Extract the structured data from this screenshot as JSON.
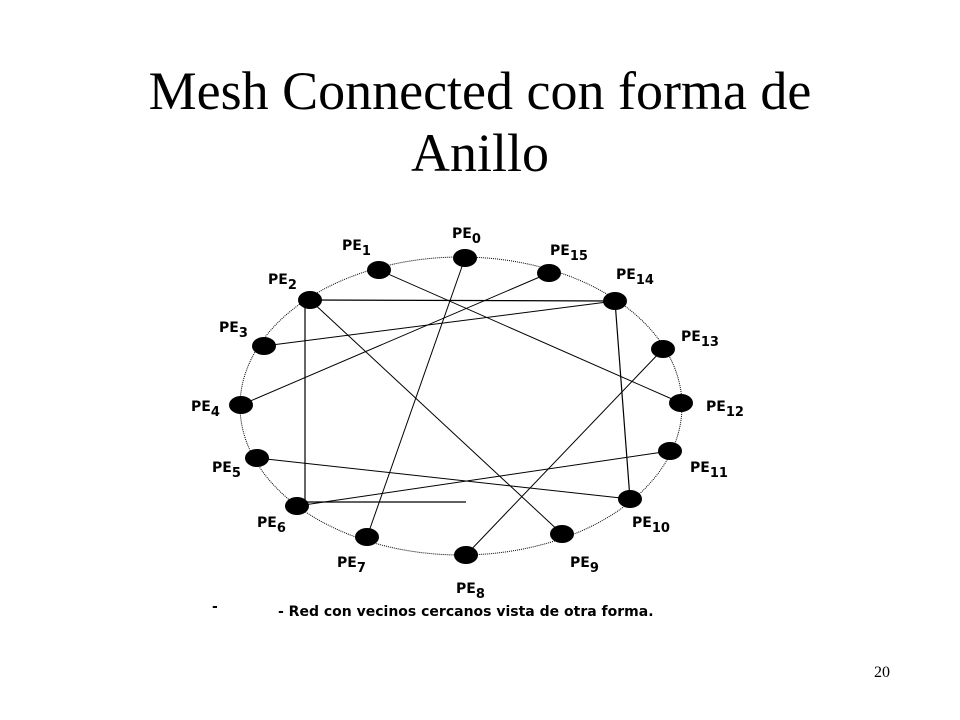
{
  "slide": {
    "title_line1": "Mesh Connected con forma de",
    "title_line2": "Anillo",
    "page_number": "20"
  },
  "diagram": {
    "node_prefix": "PE",
    "nodes": [
      {
        "id": 0,
        "label": "PE",
        "sub": "0"
      },
      {
        "id": 1,
        "label": "PE",
        "sub": "1"
      },
      {
        "id": 2,
        "label": "PE",
        "sub": "2"
      },
      {
        "id": 3,
        "label": "PE",
        "sub": "3"
      },
      {
        "id": 4,
        "label": "PE",
        "sub": "4"
      },
      {
        "id": 5,
        "label": "PE",
        "sub": "5"
      },
      {
        "id": 6,
        "label": "PE",
        "sub": "6"
      },
      {
        "id": 7,
        "label": "PE",
        "sub": "7"
      },
      {
        "id": 8,
        "label": "PE",
        "sub": "8"
      },
      {
        "id": 9,
        "label": "PE",
        "sub": "9"
      },
      {
        "id": 10,
        "label": "PE",
        "sub": "10"
      },
      {
        "id": 11,
        "label": "PE",
        "sub": "11"
      },
      {
        "id": 12,
        "label": "PE",
        "sub": "12"
      },
      {
        "id": 13,
        "label": "PE",
        "sub": "13"
      },
      {
        "id": 14,
        "label": "PE",
        "sub": "14"
      },
      {
        "id": 15,
        "label": "PE",
        "sub": "15"
      }
    ],
    "caption_dash": "-",
    "caption": "- Red con vecinos cercanos vista de otra forma."
  }
}
